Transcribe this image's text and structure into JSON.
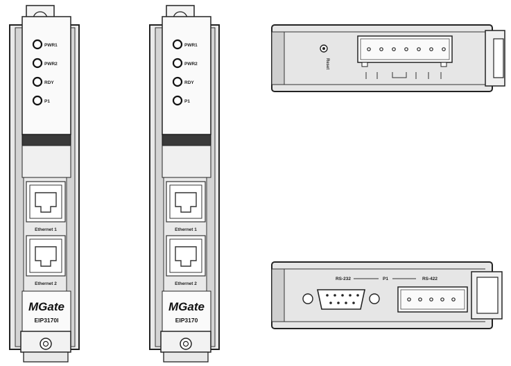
{
  "devices": [
    {
      "model": "EIP3170I",
      "brand": "MGate",
      "leds": [
        "PWR1",
        "PWR2",
        "RDY",
        "P1"
      ],
      "ports": [
        "Ethernet 1",
        "Ethernet 2"
      ]
    },
    {
      "model": "EIP3170",
      "brand": "MGate",
      "leds": [
        "PWR1",
        "PWR2",
        "RDY",
        "P1"
      ],
      "ports": [
        "Ethernet 1",
        "Ethernet 2"
      ]
    }
  ],
  "top_view": {
    "reset_label": "Reset"
  },
  "bottom_view": {
    "rs232_label": "RS-232",
    "p1_label": "P1",
    "rs422_label": "RS-422"
  }
}
